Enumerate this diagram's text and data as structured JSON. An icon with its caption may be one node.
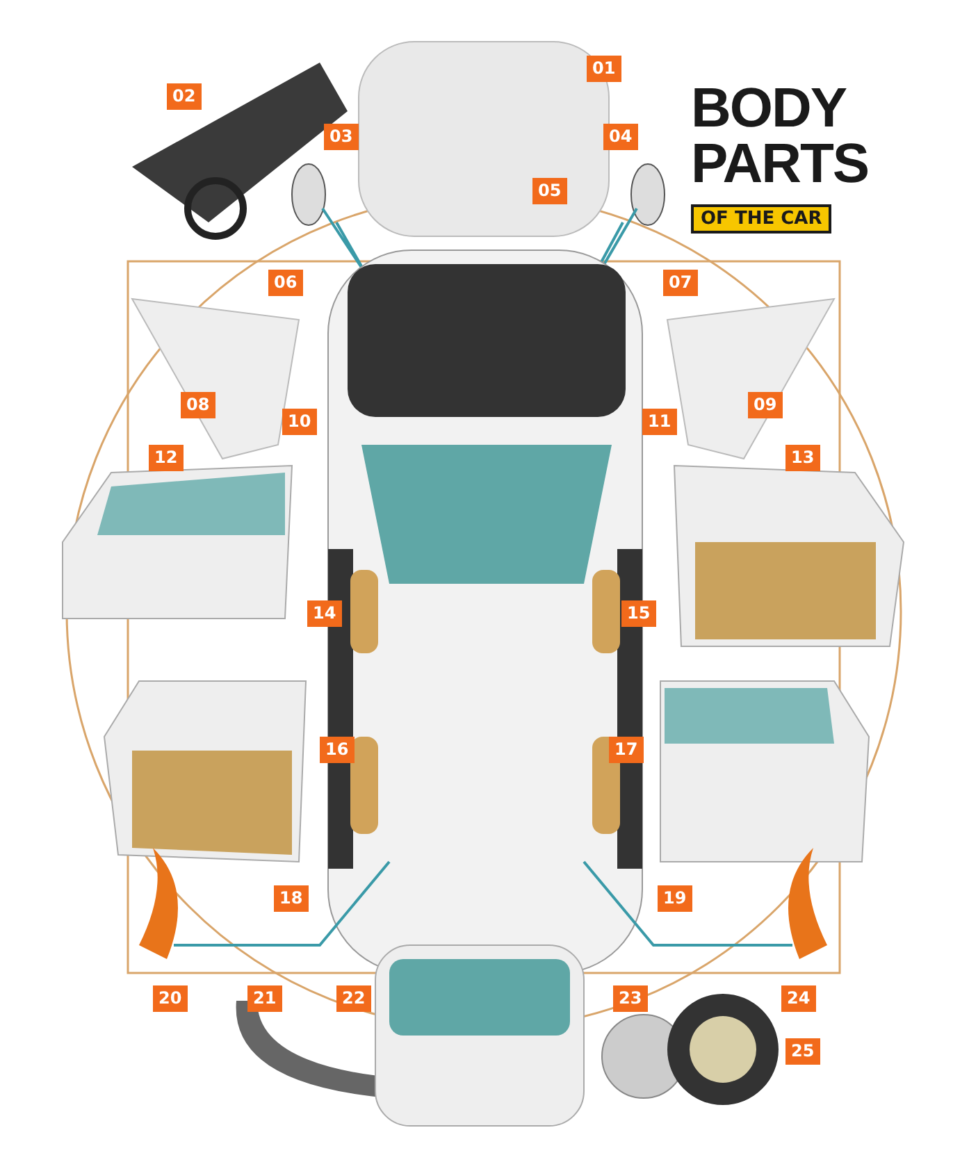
{
  "diagram": {
    "title": "BODY PARTS",
    "labels": [
      "01",
      "02",
      "03",
      "04",
      "OF THE CAR",
      "05",
      "06",
      "07",
      "08",
      "10",
      "11",
      "09",
      "12",
      "13",
      "14",
      "15",
      "16",
      "17",
      "18",
      "19",
      "20",
      "21",
      "22",
      "23",
      "24",
      "25"
    ]
  }
}
